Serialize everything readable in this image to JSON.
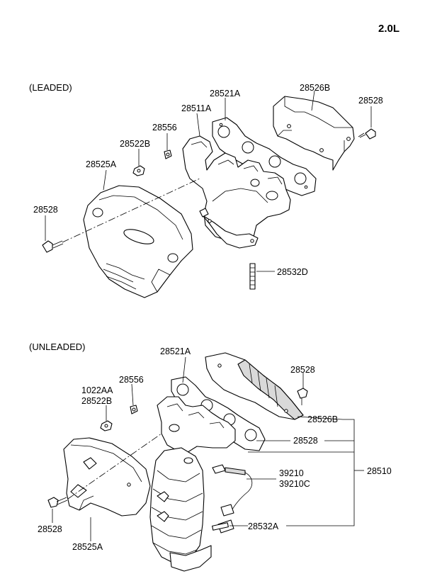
{
  "engine": "2.0L",
  "sections": {
    "leaded": "(LEADED)",
    "unleaded": "(UNLEADED)"
  },
  "leaded_parts": {
    "p28526B": "28526B",
    "p28528_top": "28528",
    "p28521A": "28521A",
    "p28511A": "28511A",
    "p28556": "28556",
    "p28522B": "28522B",
    "p28525A": "28525A",
    "p28528_left": "28528",
    "p28532D": "28532D"
  },
  "unleaded_parts": {
    "p28521A": "28521A",
    "p28528_top": "28528",
    "p1022AA": "1022AA",
    "p28522B": "28522B",
    "p28556": "28556",
    "p28526B": "28526B",
    "p28528_mid": "28528",
    "p28510": "28510",
    "p39210": "39210",
    "p39210C": "39210C",
    "p28532A": "28532A",
    "p28528_left": "28528",
    "p28525A": "28525A"
  },
  "colors": {
    "line": "#000000",
    "shade": "#d9d9d9",
    "background": "#ffffff"
  }
}
